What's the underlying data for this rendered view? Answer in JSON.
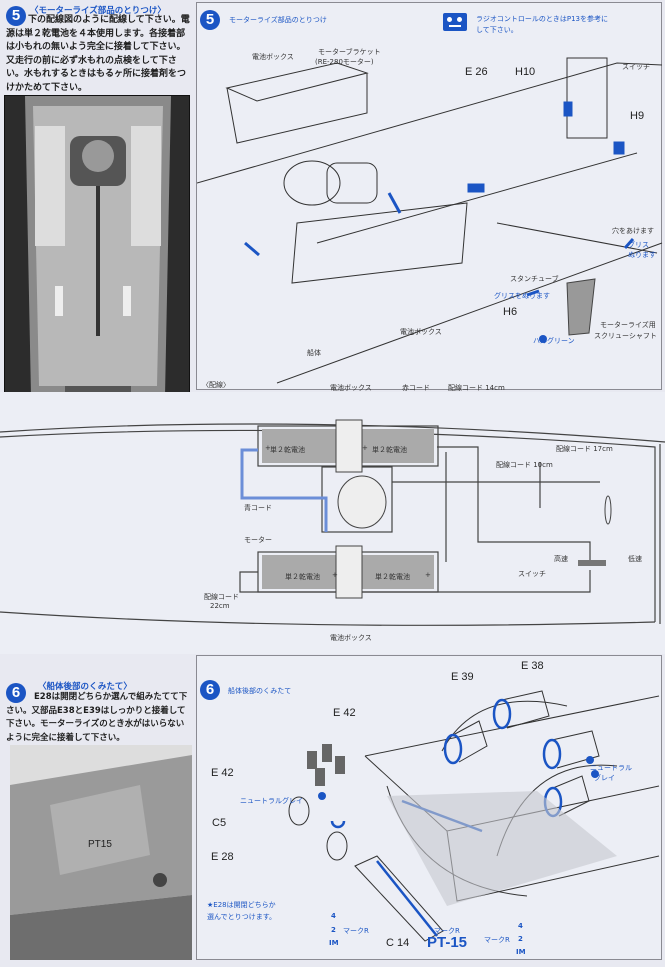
{
  "step5_text": {
    "number": "5",
    "title": "〈モーターライズ部品のとりつけ〉",
    "body": "下の配線図のように配線して下さい。電源は単２乾電池を４本使用します。各接着部は小もれの無いよう完全に接着して下さい。又走行の前に必ず水もれの点検をして下さい。水もれするときはもるヶ所に接着剤をつけかためて下さい。"
  },
  "step5_diagram": {
    "number": "5",
    "title": "モーターライズ部品のとりつけ",
    "rc_note_line1": "ラジオコントロールのときはP13を参考に",
    "rc_note_line2": "して下さい。",
    "labels": {
      "battery_box_top": "電池ボックス",
      "motor_bracket": "モーターブラケット",
      "motor_model": "(RE-280モーター)",
      "e26": "E 26",
      "h10": "H10",
      "switch": "スイッチ",
      "h9": "H9",
      "drill_hole": "穴をあけます",
      "grease1": "グリス",
      "grease2": "ぬります",
      "stern_tube": "スタンチューブ",
      "grease_apply": "グリスをぬります",
      "h6": "H6",
      "screw_shaft1": "モーターライズ用",
      "screw_shaft2": "スクリューシャフト",
      "hull_green": "ハルグリーン",
      "battery_box_bottom": "電池ボックス",
      "hull": "船体"
    }
  },
  "wiring": {
    "title": "〈配線〉",
    "battery_box_top": "電池ボックス",
    "red_cord": "赤コード",
    "cord_14": "配線コード 14cm",
    "cord_17": "配線コード 17cm",
    "cord_10": "配線コード 10cm",
    "blue_cord": "青コード",
    "motor": "モーター",
    "high_speed": "高速",
    "low_speed": "低速",
    "switch": "スイッチ",
    "cord_22a": "配線コード",
    "cord_22b": "22cm",
    "battery_box_bottom": "電池ボックス",
    "battery_label": "単２乾電池",
    "plus": "+",
    "minus": "|"
  },
  "step6_text": {
    "number": "6",
    "title": "〈船体後部のくみたて〉",
    "body": "E28は開閉どちらか選んで組みたてて下さい。又部品E38とE39はしっかりと接着して下さい。モーターライズのとき水がはいらないように完全に接着して下さい。"
  },
  "step6_diagram": {
    "number": "6",
    "title": "船体後部のくみたて",
    "labels": {
      "e38": "E 38",
      "e39": "E 39",
      "e42_top": "E 42",
      "e42_left": "E 42",
      "neutral_gray": "ニュートラルグレイ",
      "neutral_gray_r1": "ニュートラル",
      "neutral_gray_r2": "グレイ",
      "c5": "C5",
      "e28": "E 28",
      "note1": "★E28は開閉どちらか",
      "note2": "選んでとりつけます。",
      "mark_r_left": "マークR",
      "mark_r_center": "マークR",
      "mark_r_right": "マークR",
      "c14": "C 14",
      "pt15": "PT-15",
      "num4": "4",
      "num2": "2",
      "im": "IM"
    }
  },
  "photo_hull_text": "PT15",
  "colors": {
    "accent": "#1b55c4",
    "paper": "#e8e9f1"
  }
}
